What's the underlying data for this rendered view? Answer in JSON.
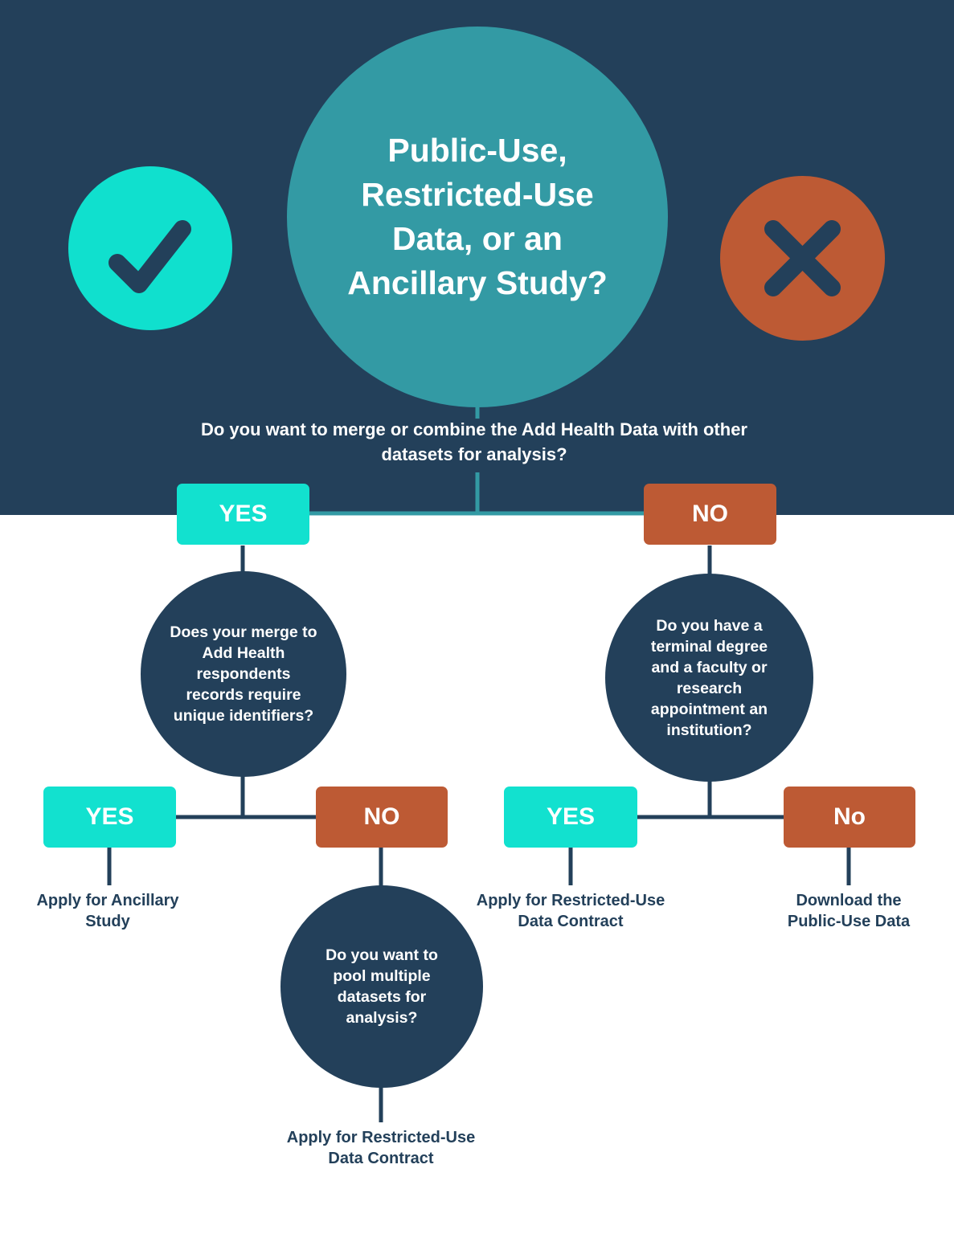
{
  "header": {
    "main_question": "Public-Use, Restricted-Use Data, or an Ancillary Study?",
    "sub_question": "Do you want to merge or combine the Add Health Data with other datasets for analysis?"
  },
  "icons": {
    "yes_icon": "check-icon",
    "no_icon": "x-icon"
  },
  "colors": {
    "navy": "#23405a",
    "teal": "#339aa4",
    "aqua": "#12e1cf",
    "rust": "#bd5a34"
  },
  "branches": {
    "yes_label": "YES",
    "no_label": "NO",
    "left": {
      "question": "Does your merge to Add Health respondents records require unique identifiers?",
      "yes_label": "YES",
      "no_label": "NO",
      "yes_outcome": "Apply for Ancillary Study",
      "no_question": "Do you want to pool multiple datasets for analysis?",
      "no_outcome": "Apply for Restricted-Use Data Contract"
    },
    "right": {
      "question": "Do you have a terminal degree and a faculty  or research appointment an institution?",
      "yes_label": "YES",
      "no_label": "No",
      "yes_outcome": "Apply for Restricted-Use Data Contract",
      "no_outcome": "Download the Public-Use Data"
    }
  }
}
